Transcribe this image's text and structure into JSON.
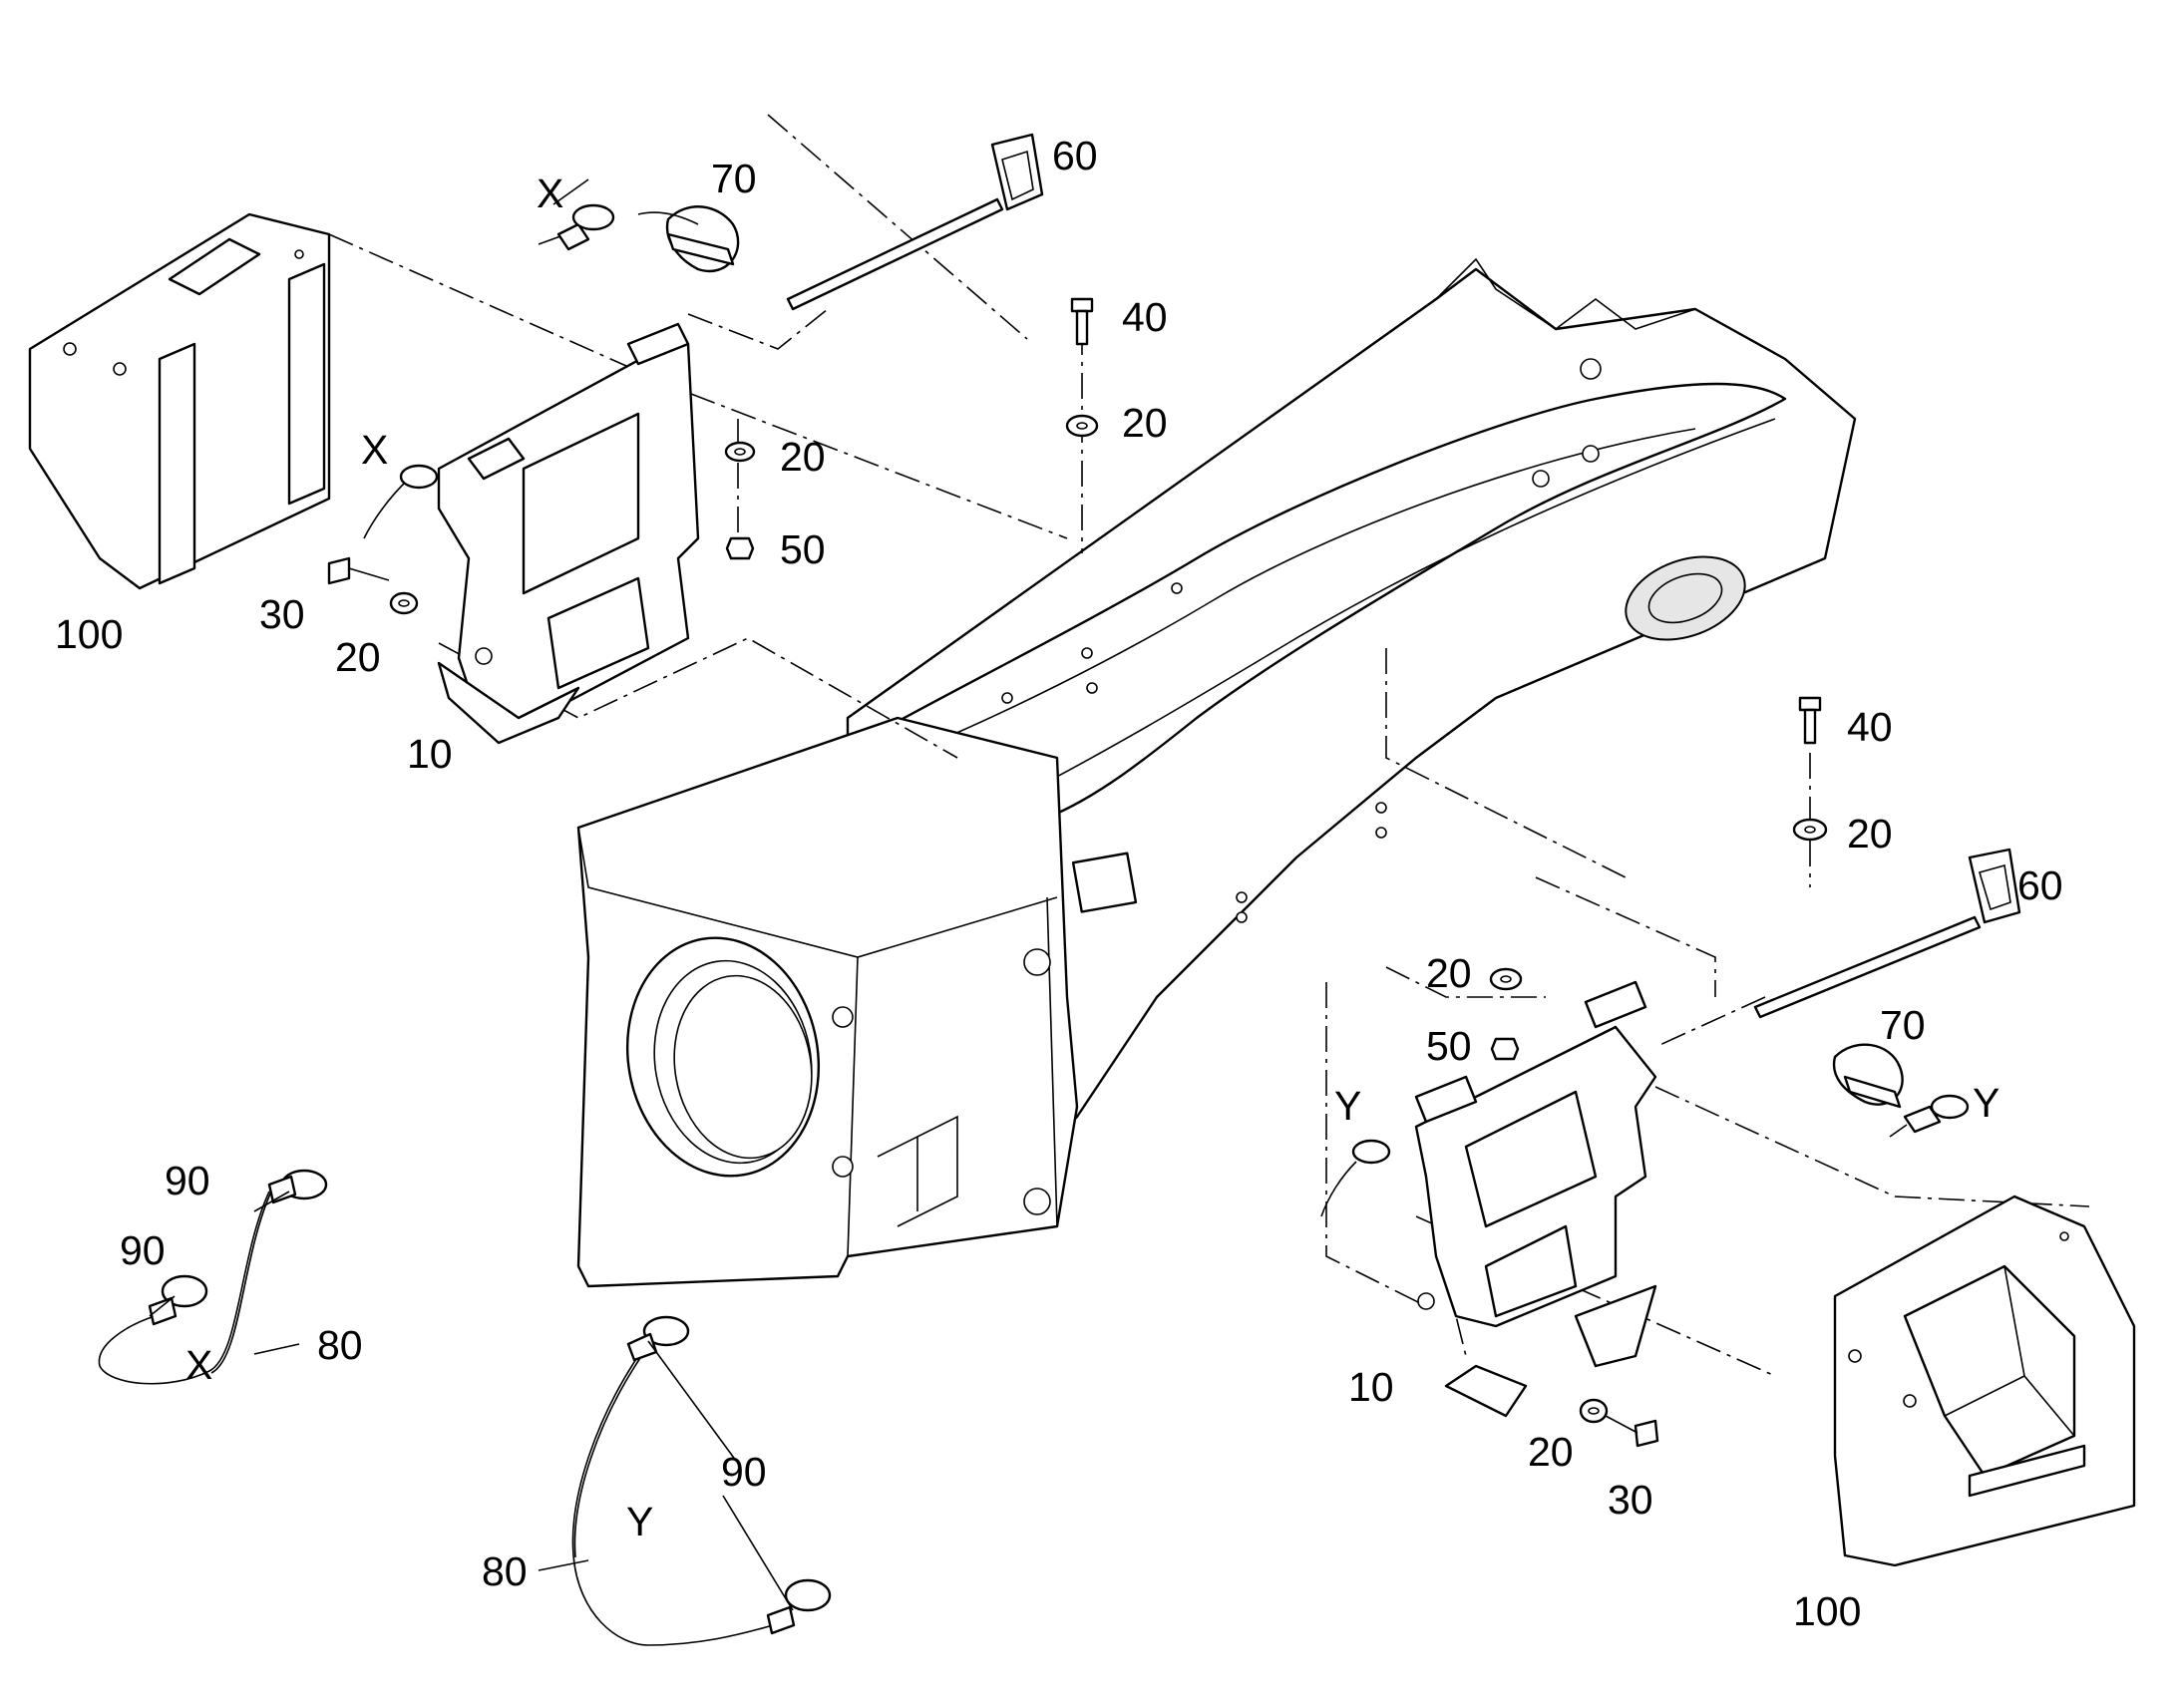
{
  "callouts": {
    "cover_left": "100",
    "cover_right": "100",
    "bracket_left": "10",
    "bracket_right": "10",
    "washer_left_top": "20",
    "washer_left_bottom": "20",
    "washer_center_top": "20",
    "washer_right_top": "20",
    "washer_right_mid": "20",
    "washer_right_bottom": "20",
    "screw_left": "30",
    "screw_right": "30",
    "bolt_center": "40",
    "bolt_right": "40",
    "nut_left": "50",
    "nut_right": "50",
    "handle_top": "60",
    "handle_right": "60",
    "clip_top": "70",
    "clip_right": "70",
    "cable_x": "80",
    "cable_y": "80",
    "ferrule_x_top": "90",
    "ferrule_x_left": "90",
    "ferrule_y": "90"
  },
  "markers": {
    "x_clip_top": "X",
    "x_clip_bracket": "X",
    "x_cable": "X",
    "y_clip_right": "Y",
    "y_clip_bracket": "Y",
    "y_cable": "Y"
  }
}
